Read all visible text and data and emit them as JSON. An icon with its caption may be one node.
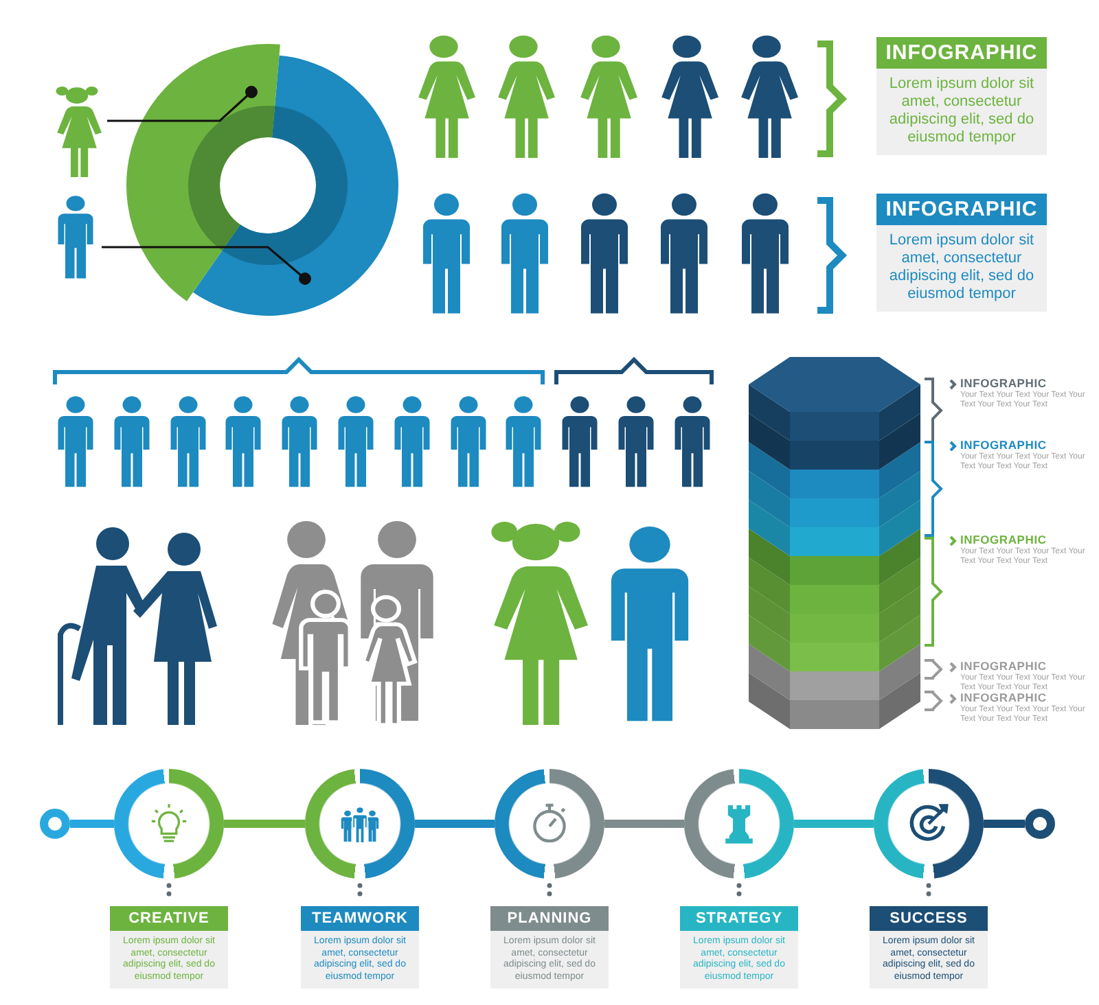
{
  "diagram": {
    "nodes": [
      {
        "text": [],
        "shape": "person"
      },
      {
        "text": [],
        "shape": "arc"
      },
      {
        "text": [],
        "shape": "person"
      },
      {
        "text": [],
        "shape": "ring"
      },
      {
        "text": [
          "INFOGRAPHIC",
          "Lorem ipsum dolor sit amet, consectetur adipiscing elit, sed do eiusmod tempor"
        ]
      },
      {
        "text": [
          "INFOGRAPHIC",
          "Lorem ipsum dolor sit amet, consectetur adipiscing elit, sed do eiusmod tempor"
        ]
      },
      {
        "text": [],
        "shape": "circle"
      },
      {
        "text": [],
        "shape": "circle"
      },
      {
        "text": [],
        "shape": "circle"
      },
      {
        "text": [],
        "shape": "circle"
      },
      {
        "text": [],
        "shape": "circle"
      },
      {
        "text": [],
        "shape": "circle"
      },
      {
        "text": [],
        "shape": "circle"
      },
      {
        "text": [
          "CREATIVE",
          "Lorem ipsum dolor sit amet, consectetur adipiscing elit, sed do eiusmod tempor"
        ]
      },
      {
        "text": [
          "TEAMWORK",
          "Lorem ipsum dolor sit amet, consectetur adipiscing elit, sed do eiusmod tempor"
        ]
      },
      {
        "text": [
          "PLANNING",
          "Lorem ipsum dolor sit amet, consectetur adipiscing elit, sed do eiusmod tempor"
        ]
      },
      {
        "text": [
          "STRATEGY",
          "Lorem ipsum dolor sit amet, consectetur adipiscing elit, sed do eiusmod tempor"
        ]
      },
      {
        "text": [
          "SUCCESS",
          "Lorem ipsum dolor sit amet, consectetur adipiscing elit, sed do eiusmod tempor"
        ]
      }
    ],
    "edges": [
      {
        "from": 0,
        "to": 1,
        "arrow": "other",
        "color": "#111111"
      },
      {
        "from": 2,
        "to": 3,
        "arrow": "other",
        "color": "#111111"
      },
      {
        "from": 6,
        "to": 7,
        "arrow": "none",
        "color": "#29a8e0"
      },
      {
        "from": 7,
        "to": 8,
        "arrow": "none",
        "color": "#6db33f"
      },
      {
        "from": 8,
        "to": 9,
        "arrow": "none",
        "color": "#1d8ac0"
      },
      {
        "from": 9,
        "to": 10,
        "arrow": "none",
        "color": "#7f8c8d"
      },
      {
        "from": 10,
        "to": 11,
        "arrow": "none",
        "color": "#27b5c4"
      },
      {
        "from": 11,
        "to": 12,
        "arrow": "none",
        "color": "#1c4e76"
      },
      {
        "from": 7,
        "to": 13,
        "arrow": "none",
        "style": "dashed",
        "color": "#5f6b73"
      },
      {
        "from": 8,
        "to": 14,
        "arrow": "none",
        "style": "dashed",
        "color": "#5f6b73"
      },
      {
        "from": 9,
        "to": 15,
        "arrow": "none",
        "style": "dashed",
        "color": "#5f6b73"
      },
      {
        "from": 10,
        "to": 16,
        "arrow": "none",
        "style": "dashed",
        "color": "#5f6b73"
      },
      {
        "from": 11,
        "to": 17,
        "arrow": "none",
        "style": "dashed",
        "color": "#5f6b73"
      }
    ],
    "labels": [
      "INFOGRAPHIC",
      "Your Text Your Text Your Text Your Text Your Text Your Text",
      "INFOGRAPHIC",
      "Your Text Your Text Your Text Your Text Your Text Your Text",
      "INFOGRAPHIC",
      "Your Text Your Text Your Text Your Text Your Text Your Text",
      "INFOGRAPHIC",
      "Your Text Your Text Your Text Your Text Your Text Your Text",
      "INFOGRAPHIC",
      "Your Text Your Text Your Text Your Text Your Text Your Text"
    ]
  }
}
